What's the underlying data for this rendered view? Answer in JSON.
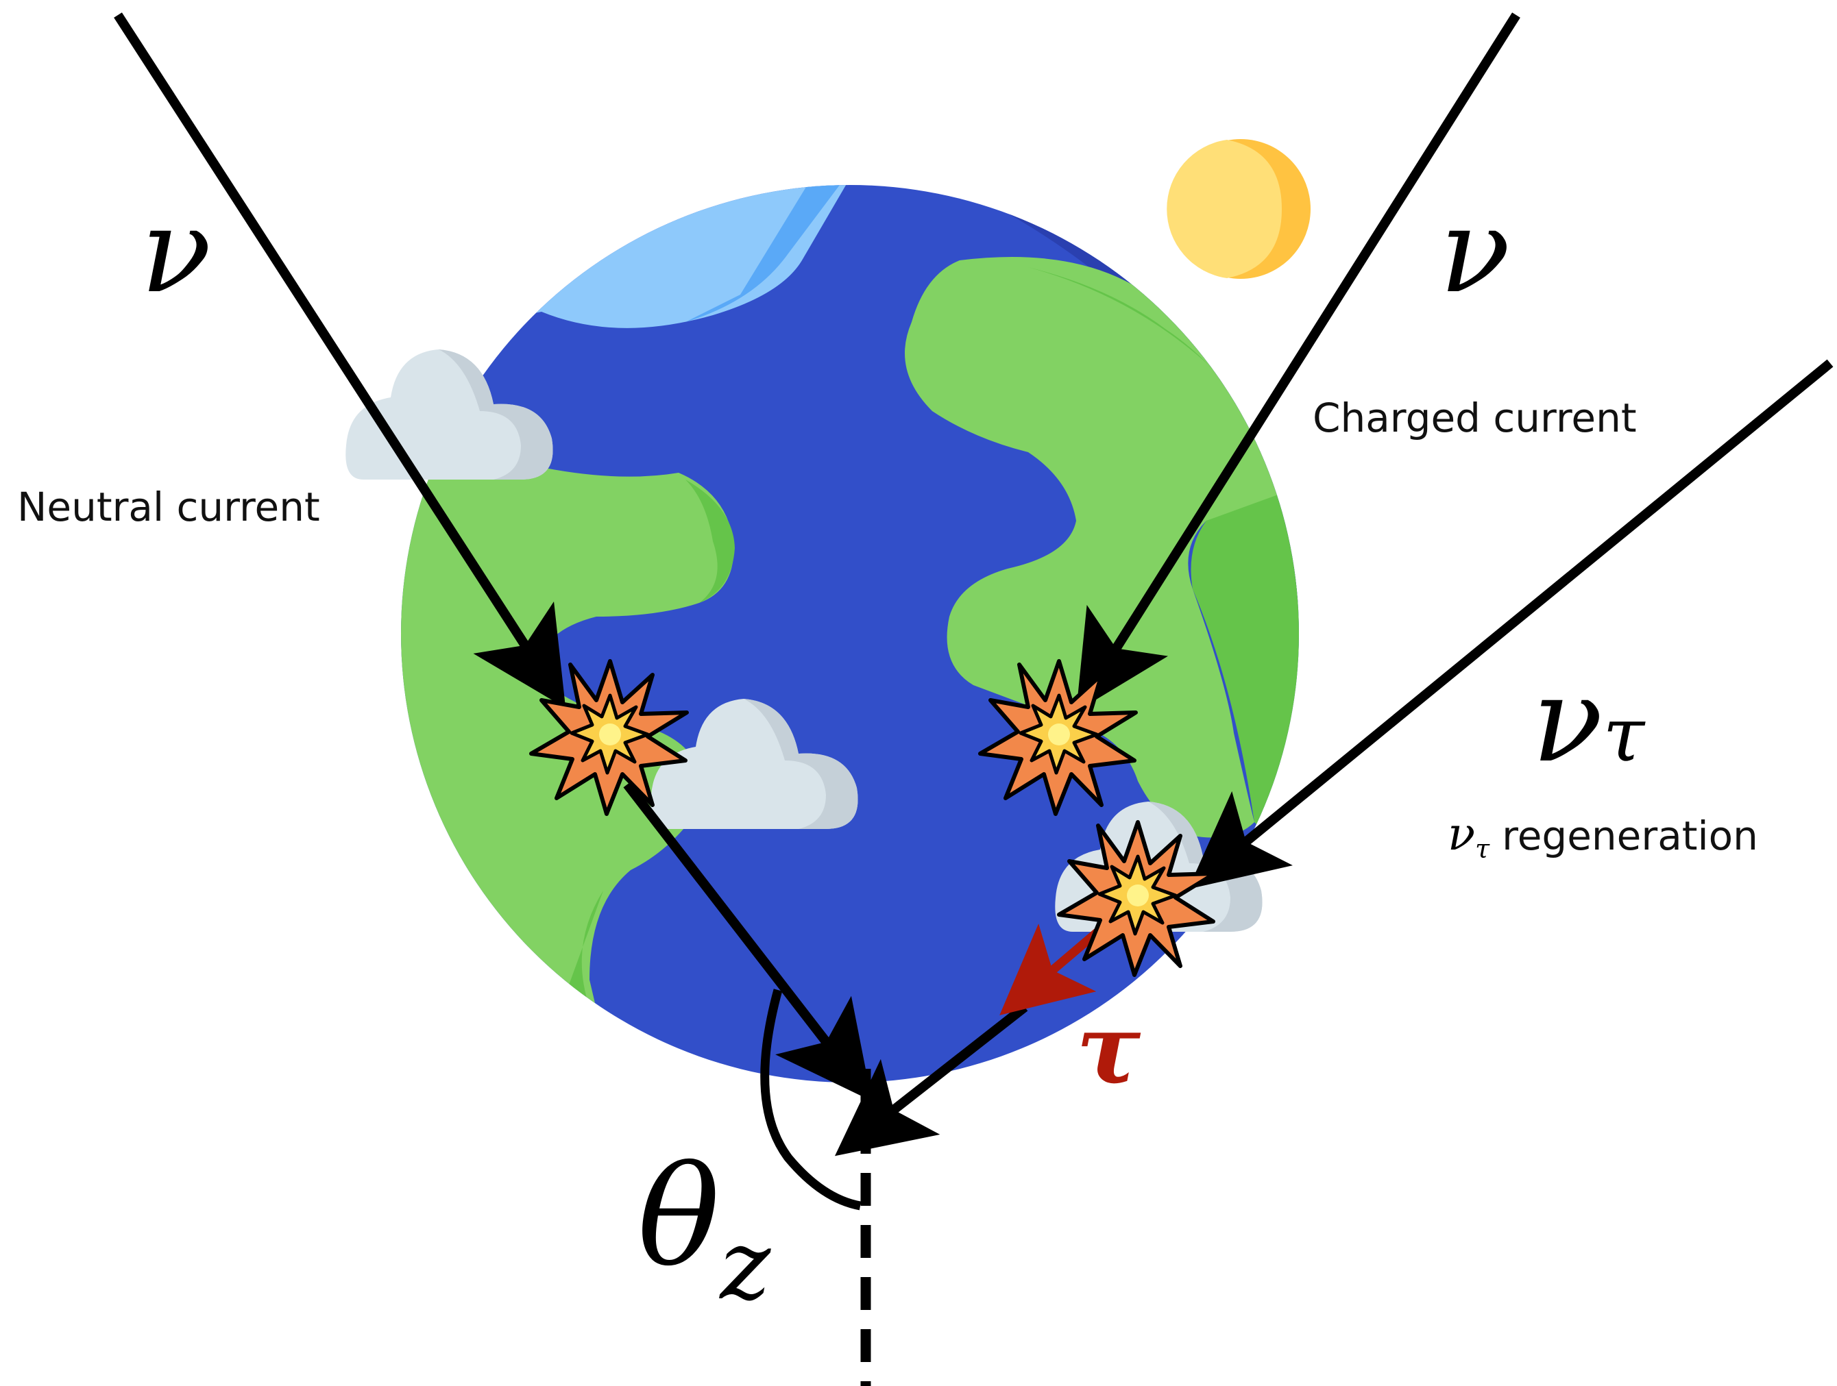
{
  "labels": {
    "nu_left": "ν",
    "nu_right": "ν",
    "nu_tau": "ν",
    "nu_tau_sub": "τ",
    "tau": "τ",
    "theta": "θ",
    "theta_sub": "z",
    "neutral_current": "Neutral current",
    "charged_current": "Charged current",
    "regen_nu": "ν",
    "regen_sub": "τ",
    "regen_text": "regeneration"
  },
  "colors": {
    "ocean": "#324fc9",
    "ocean_shadow": "#2a40b0",
    "land": "#82d263",
    "land_shadow": "#65c44a",
    "ice": "#8ec9fb",
    "ice_dark": "#5aa9f7",
    "cloud": "#d9e4ea",
    "cloud_shadow": "#c5d0d8",
    "sun": "#ffdf77",
    "sun_shadow": "#ffc341",
    "burst": "#f2884a",
    "burst_core": "#fde35a",
    "tau_arrow": "#b01a0a",
    "track": "#000000"
  },
  "icons": [
    "earth-icon",
    "sun-icon",
    "cloud-icon",
    "interaction-burst-icon"
  ]
}
